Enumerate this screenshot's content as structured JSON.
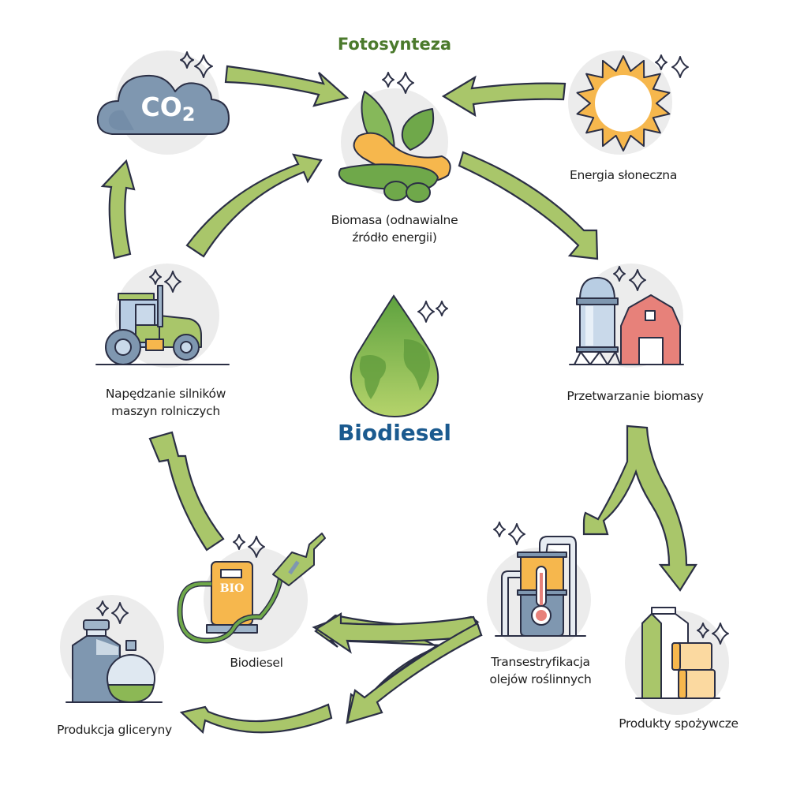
{
  "diagram": {
    "top_title": "Fotosynteza",
    "center_title": "Biodiesel",
    "colors": {
      "arrow_fill": "#a9c66a",
      "outline": "#2b2f45",
      "title_green": "#4b7a2c",
      "title_blue": "#1b5a8f",
      "icon_bg": "#ececec"
    },
    "nodes": [
      {
        "id": "co2",
        "icon": "co2-cloud-icon",
        "icon_text": "CO",
        "icon_sub": "2",
        "label": ""
      },
      {
        "id": "biomass",
        "icon": "biomass-plants-icon",
        "label_line1": "Biomasa (odnawialne",
        "label_line2": "źródło energii)"
      },
      {
        "id": "sun",
        "icon": "sun-icon",
        "label": "Energia słoneczna"
      },
      {
        "id": "processing",
        "icon": "silo-barn-icon",
        "label": "Przetwarzanie biomasy"
      },
      {
        "id": "food",
        "icon": "food-products-icon",
        "label": "Produkty spożywcze"
      },
      {
        "id": "transesterification",
        "icon": "reactor-thermometer-icon",
        "label_line1": "Transestryfikacja",
        "label_line2": "olejów roślinnych"
      },
      {
        "id": "biodiesel_pump",
        "icon": "fuel-pump-icon",
        "icon_text": "BIO",
        "label": "Biodiesel"
      },
      {
        "id": "glycerin",
        "icon": "glycerin-bottles-icon",
        "label": "Produkcja gliceryny"
      },
      {
        "id": "tractor",
        "icon": "tractor-icon",
        "label_line1": "Napędzanie silników",
        "label_line2": "maszyn rolniczych"
      },
      {
        "id": "center",
        "icon": "biodiesel-drop-globe-icon"
      }
    ],
    "flows": [
      {
        "from": "co2",
        "to": "biomass"
      },
      {
        "from": "sun",
        "to": "biomass"
      },
      {
        "from": "biomass",
        "to": "processing"
      },
      {
        "from": "processing",
        "to": "transesterification"
      },
      {
        "from": "processing",
        "to": "food"
      },
      {
        "from": "transesterification",
        "to": "biodiesel_pump"
      },
      {
        "from": "transesterification",
        "to": "glycerin"
      },
      {
        "from": "biodiesel_pump",
        "to": "tractor"
      },
      {
        "from": "tractor",
        "to": "co2"
      },
      {
        "from": "tractor",
        "to": "biomass"
      }
    ]
  }
}
